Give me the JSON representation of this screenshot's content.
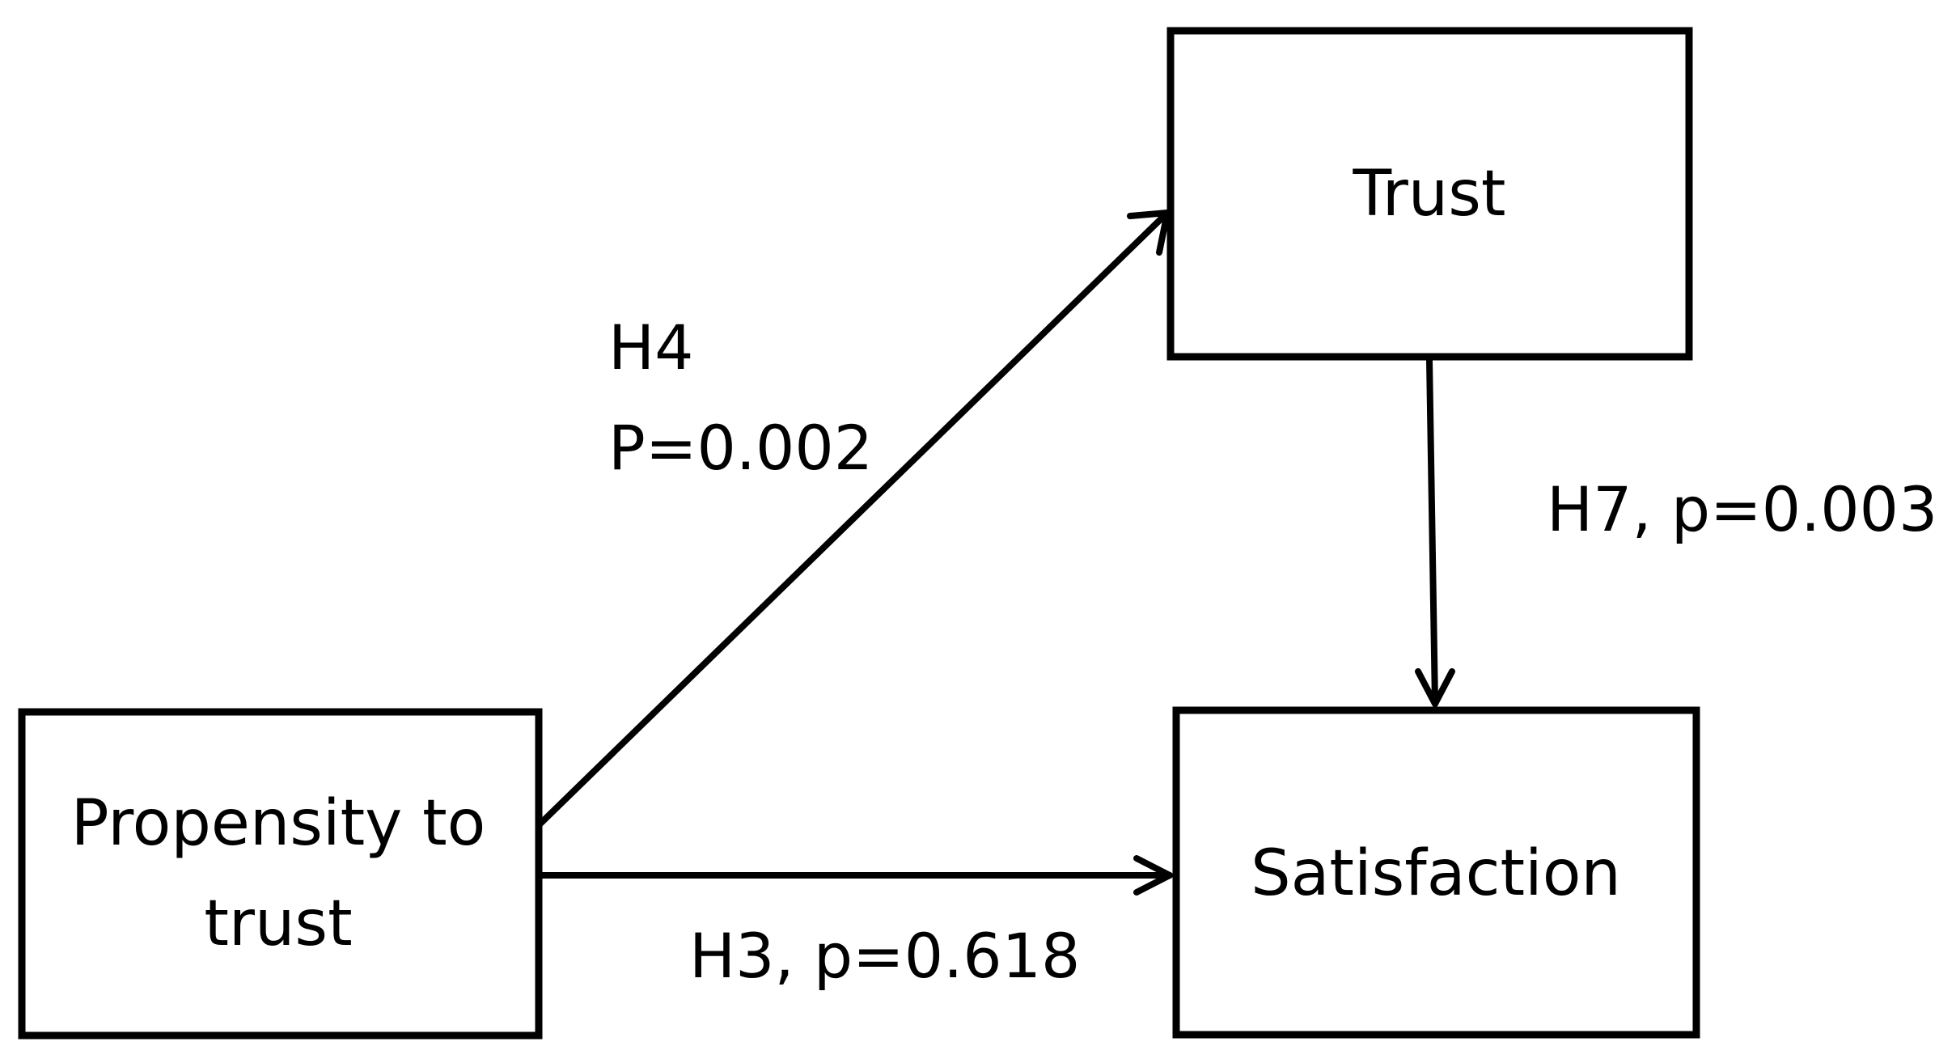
{
  "nodes": {
    "trust": {
      "label": "Trust"
    },
    "satisfaction": {
      "label": "Satisfaction"
    },
    "propensity": {
      "label_line1": "Propensity to",
      "label_line2": "trust"
    }
  },
  "edges": {
    "h4": {
      "line1": "H4",
      "line2": "P=0.002"
    },
    "h7": {
      "label": "H7, p=0.003"
    },
    "h3": {
      "label": "H3, p=0.618"
    }
  },
  "colors": {
    "stroke": "#000000",
    "background": "#ffffff"
  }
}
